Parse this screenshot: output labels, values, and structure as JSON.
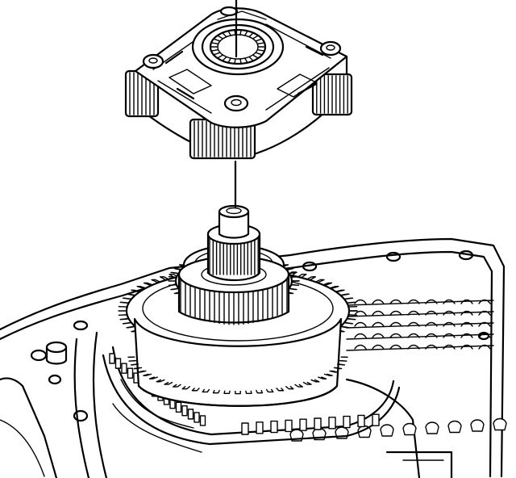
{
  "figure": {
    "kind": "line-art exploded assembly illustration",
    "colors": {
      "ink": "#000000",
      "paper": "#ffffff"
    },
    "parts": [
      {
        "id": "planetary-carrier",
        "role": "upper assembly, lowered onto shaft"
      },
      {
        "id": "guide-line",
        "role": "vertical alignment line"
      },
      {
        "id": "sun-gear-shaft",
        "role": "splined shaft on center hub"
      },
      {
        "id": "ring-gear",
        "role": "toothed drum assembly"
      },
      {
        "id": "clutch-plates",
        "role": "stacked plates at right"
      },
      {
        "id": "transmission-case",
        "role": "housing with bolt holes"
      }
    ]
  }
}
